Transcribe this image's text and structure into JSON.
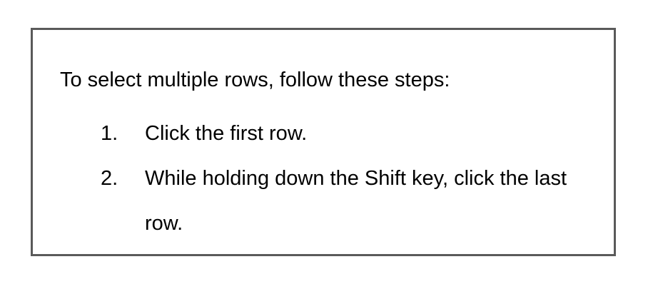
{
  "instructions": {
    "intro": "To select multiple rows, follow these steps:",
    "steps": [
      {
        "number": "1.",
        "text": "Click the first row."
      },
      {
        "number": "2.",
        "text": "While holding down the Shift key, click the last row."
      }
    ]
  }
}
